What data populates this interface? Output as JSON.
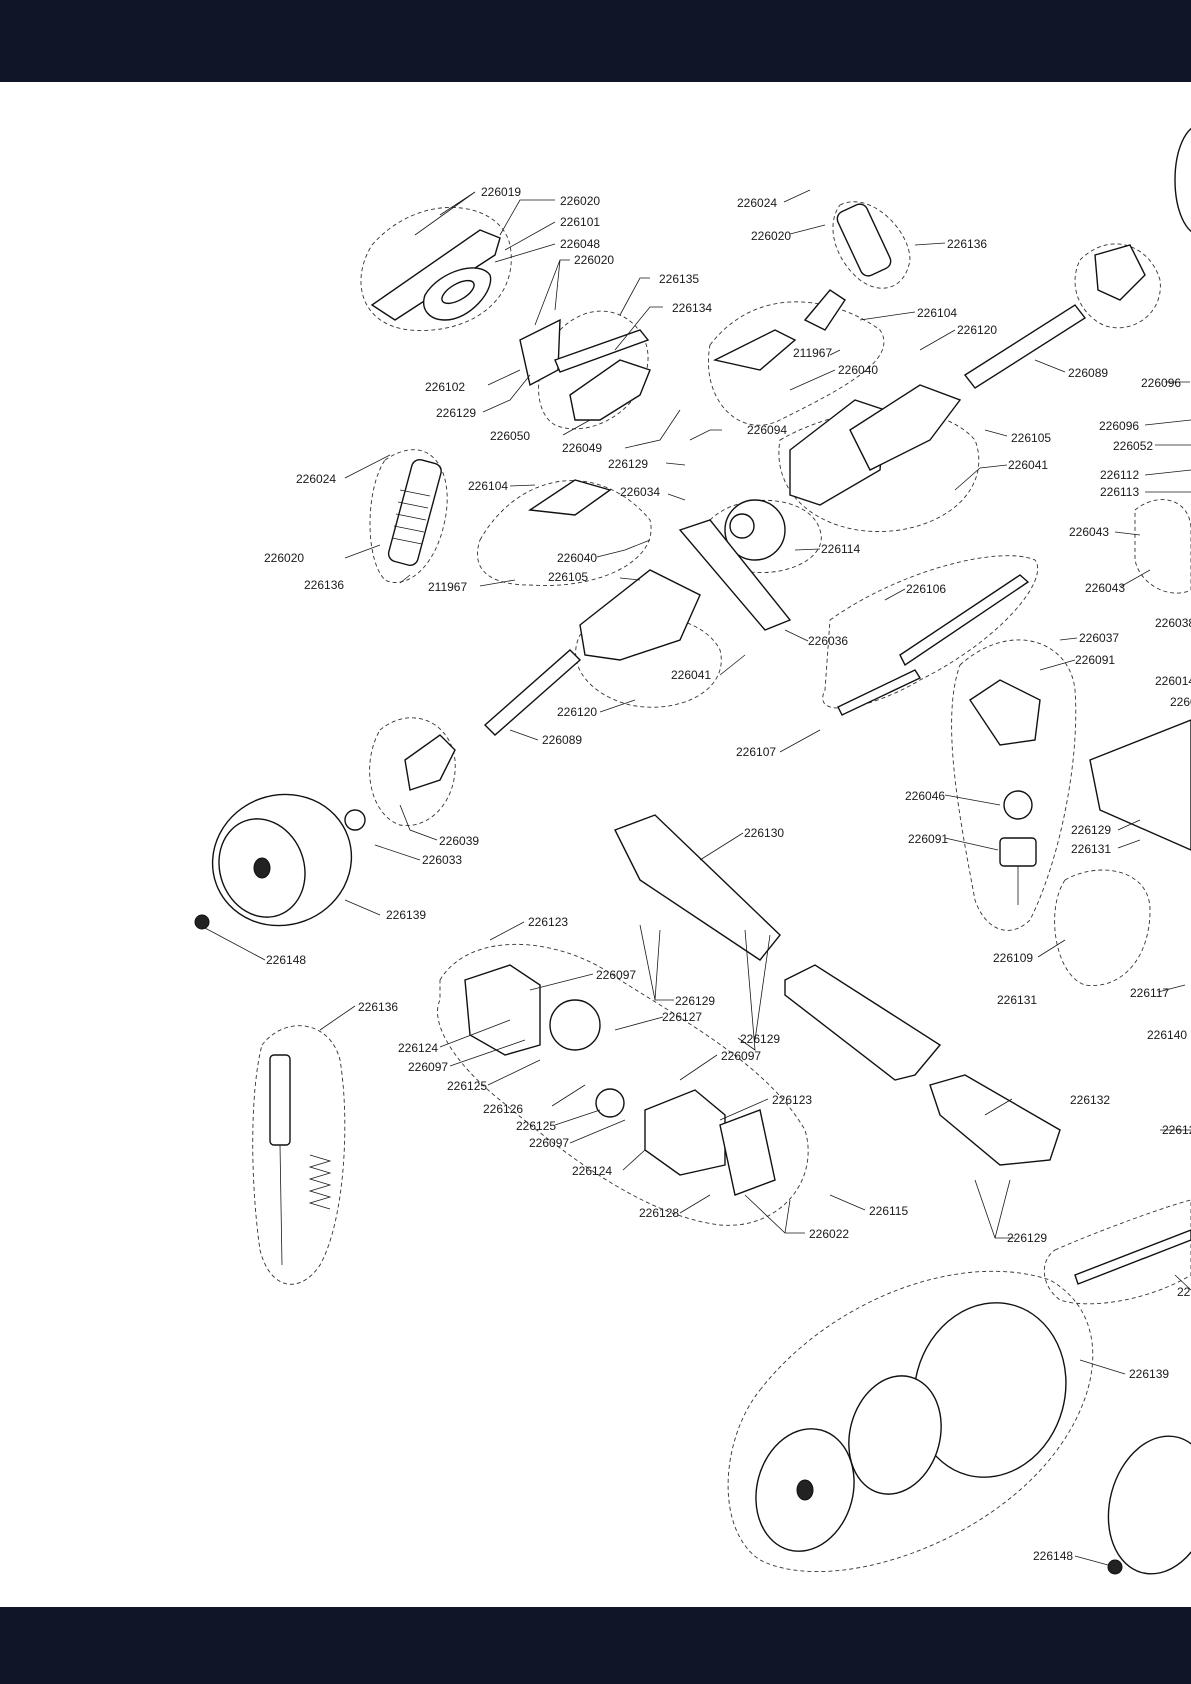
{
  "colors": {
    "band": "#111528",
    "ink": "#1a1a1a",
    "paper": "#ffffff"
  },
  "labels": {
    "l226019": "226019",
    "l226020a": "226020",
    "l226101": "226101",
    "l226048": "226048",
    "l226020b": "226020",
    "l226102": "226102",
    "l226129a": "226129",
    "l226135": "226135",
    "l226134": "226134",
    "l226024a": "226024",
    "l226020c": "226020",
    "l226136a": "226136",
    "l226104a": "226104",
    "l226120a": "226120",
    "l211967a": "211967",
    "l226040a": "226040",
    "l226089a": "226089",
    "l226096a": "226096",
    "l226096b": "226096",
    "l226052": "226052",
    "l226112": "226112",
    "l226113": "226113",
    "l226043a": "226043",
    "l226043b": "226043",
    "l226038": "226038",
    "l226014": "226014",
    "l2260c": "2260",
    "l226050": "226050",
    "l226049": "226049",
    "l226094": "226094",
    "l226105a": "226105",
    "l226041a": "226041",
    "l226129b": "226129",
    "l226034": "226034",
    "l226024b": "226024",
    "l226104b": "226104",
    "l226114": "226114",
    "l226020d": "226020",
    "l226136b": "226136",
    "l226040b": "226040",
    "l211967b": "211967",
    "l226105b": "226105",
    "l226106": "226106",
    "l226037": "226037",
    "l226091a": "226091",
    "l226036": "226036",
    "l226041b": "226041",
    "l226120b": "226120",
    "l226089b": "226089",
    "l226107": "226107",
    "l226046": "226046",
    "l226091b": "226091",
    "l226129c": "226129",
    "l226131a": "226131",
    "l226039": "226039",
    "l226033": "226033",
    "l226130": "226130",
    "l226139a": "226139",
    "l226148a": "226148",
    "l226123a": "226123",
    "l226109": "226109",
    "l226097a": "226097",
    "l226129d": "226129",
    "l226127": "226127",
    "l226131b": "226131",
    "l226117": "226117",
    "l226136c": "226136",
    "l226124a": "226124",
    "l226097b": "226097",
    "l226129e": "226129",
    "l226140": "226140",
    "l226097c": "226097",
    "l226125a": "226125",
    "l226132": "226132",
    "l226126": "226126",
    "l226123b": "226123",
    "l226125b": "226125",
    "l2261c": "22612",
    "l226097d": "226097",
    "l226124b": "226124",
    "l226115": "226115",
    "l226128": "226128",
    "l226022": "226022",
    "l226129f": "226129",
    "l22c": "22",
    "l226139b": "226139",
    "l226148b": "226148"
  }
}
